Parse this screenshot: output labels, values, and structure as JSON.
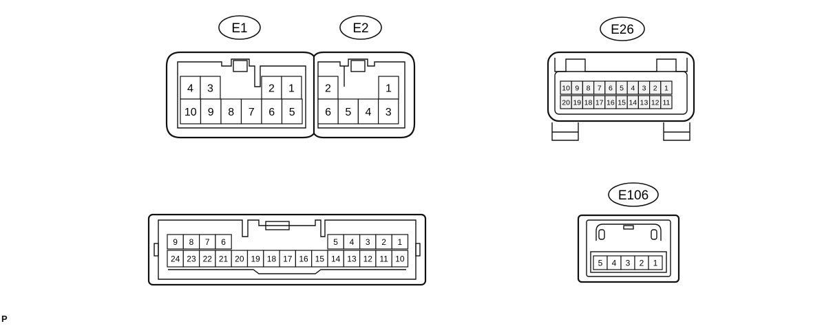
{
  "connectors": [
    {
      "label": "E1",
      "rows": [
        [
          "4",
          "3",
          "",
          "",
          "2",
          "1"
        ],
        [
          "10",
          "9",
          "8",
          "7",
          "6",
          "5"
        ]
      ]
    },
    {
      "label": "E2",
      "rows": [
        [
          "2",
          "",
          "",
          "1"
        ],
        [
          "6",
          "5",
          "4",
          "3"
        ]
      ]
    },
    {
      "label": "E26",
      "rows": [
        [
          "10",
          "9",
          "8",
          "7",
          "6",
          "5",
          "4",
          "3",
          "2",
          "1"
        ],
        [
          "20",
          "19",
          "18",
          "17",
          "16",
          "15",
          "14",
          "13",
          "12",
          "11"
        ]
      ]
    },
    {
      "label": "",
      "rows": [
        [
          "9",
          "8",
          "7",
          "6",
          "",
          "",
          "",
          "",
          "",
          "5",
          "4",
          "3",
          "2",
          "1"
        ],
        [
          "24",
          "23",
          "22",
          "21",
          "20",
          "19",
          "18",
          "17",
          "16",
          "15",
          "14",
          "13",
          "12",
          "11",
          "10"
        ]
      ]
    },
    {
      "label": "E106",
      "rows": [
        [
          "5",
          "4",
          "3",
          "2",
          "1"
        ]
      ]
    }
  ],
  "footer": {
    "mark": "P"
  }
}
